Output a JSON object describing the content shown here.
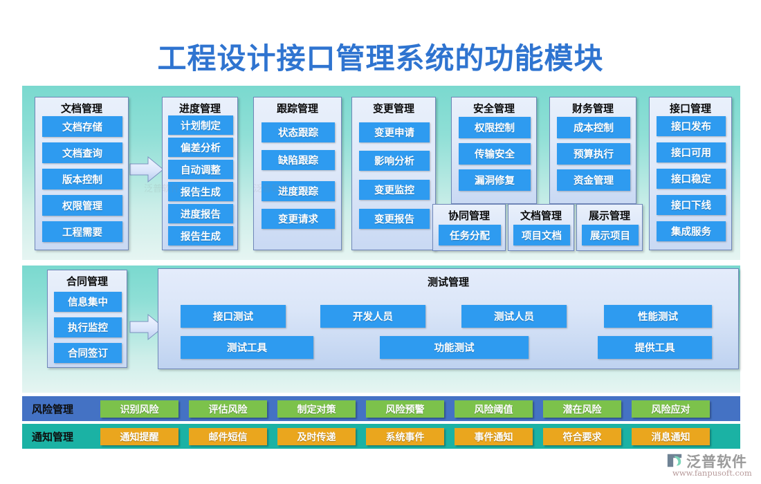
{
  "title": "工程设计接口管理系统的功能模块",
  "colors": {
    "title": "#2f74d0",
    "panel_teal": "#7ad9cf",
    "chip_blue": "#2e9bf0",
    "risk_bar": "#4472c4",
    "notify_bar": "#1bb2a4",
    "risk_pill": "#7cc24b",
    "notify_pill": "#eaa61e"
  },
  "columns": [
    {
      "title": "文档管理",
      "items": [
        "文档存储",
        "文档查询",
        "版本控制",
        "权限管理",
        "工程需要"
      ]
    },
    {
      "title": "进度管理",
      "items": [
        "计划制定",
        "偏差分析",
        "自动调整",
        "报告生成",
        "进度报告",
        "报告生成"
      ]
    },
    {
      "title": "跟踪管理",
      "items": [
        "状态跟踪",
        "缺陷跟踪",
        "进度跟踪",
        "变更请求"
      ]
    },
    {
      "title": "变更管理",
      "items": [
        "变更申请",
        "影响分析",
        "变更监控",
        "变更报告"
      ]
    },
    {
      "title": "安全管理",
      "items": [
        "权限控制",
        "传输安全",
        "漏洞修复"
      ]
    },
    {
      "title": "财务管理",
      "items": [
        "成本控制",
        "预算执行",
        "资金管理"
      ]
    },
    {
      "title": "接口管理",
      "items": [
        "接口发布",
        "接口可用",
        "接口稳定",
        "接口下线",
        "集成服务"
      ]
    }
  ],
  "small_cards": [
    {
      "title": "协同管理",
      "items": [
        "任务分配"
      ]
    },
    {
      "title": "文档管理",
      "items": [
        "项目文档"
      ]
    },
    {
      "title": "展示管理",
      "items": [
        "展示项目"
      ]
    }
  ],
  "contract": {
    "title": "合同管理",
    "items": [
      "信息集中",
      "执行监控",
      "合同签订"
    ]
  },
  "test_panel": {
    "title": "测试管理",
    "row1": [
      "接口测试",
      "开发人员",
      "测试人员",
      "性能测试"
    ],
    "row2": [
      "测试工具",
      "功能测试",
      "提供工具"
    ]
  },
  "bottom_bars": [
    {
      "label": "风险管理",
      "items": [
        "识别风险",
        "评估风险",
        "制定对策",
        "风险预警",
        "风险阈值",
        "潜在风险",
        "风险应对"
      ]
    },
    {
      "label": "通知管理",
      "items": [
        "通知提醒",
        "邮件短信",
        "及时传递",
        "系统事件",
        "事件通知",
        "符合要求",
        "消息通知"
      ]
    }
  ],
  "logo": {
    "name": "泛普软件",
    "url": "www.fanpusoft.com"
  },
  "watermarks": [
    "泛普软件",
    "泛普软件"
  ]
}
